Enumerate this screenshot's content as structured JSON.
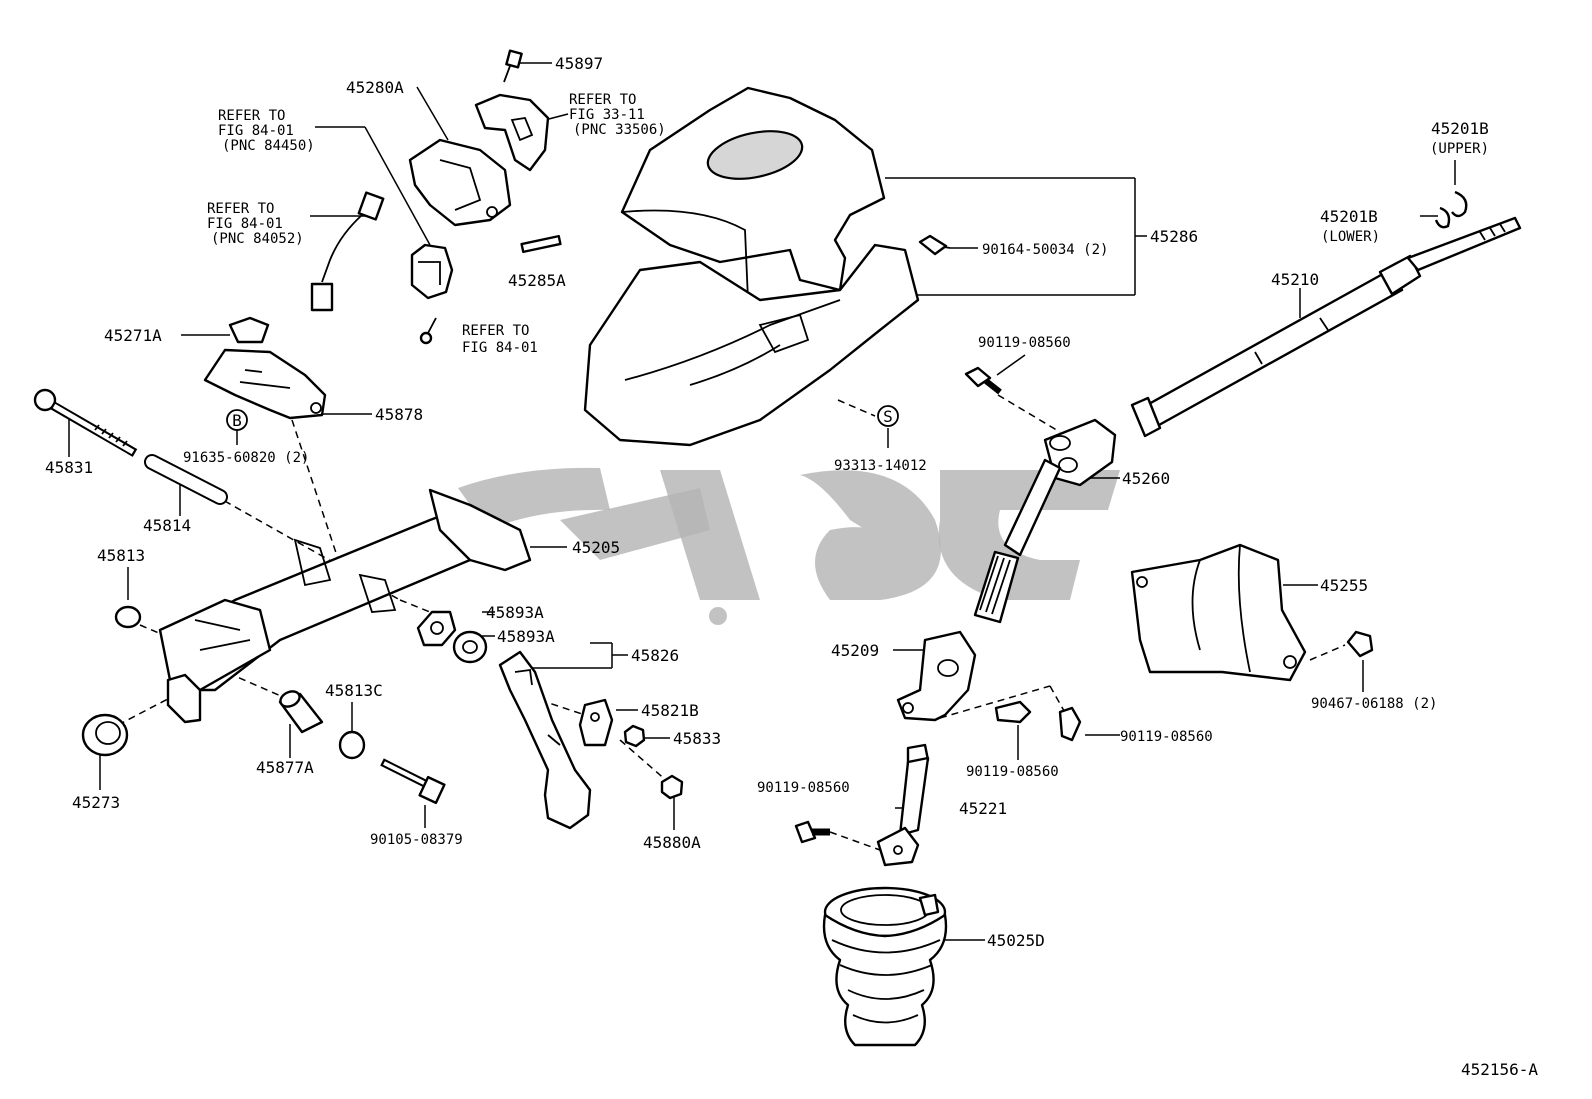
{
  "diagram_id": "452156-A",
  "labels": {
    "p45897": "45897",
    "p45280A": "45280A",
    "p45285A": "45285A",
    "p45271A": "45271A",
    "p45878": "45878",
    "p91635": "91635-60820 (2)",
    "p45831": "45831",
    "p45814": "45814",
    "p45813": "45813",
    "p45205": "45205",
    "p45893A_1": "45893A",
    "p45893A_2": "45893A",
    "p45826": "45826",
    "p45821B": "45821B",
    "p45833": "45833",
    "p45880A": "45880A",
    "p45813C": "45813C",
    "p45877A": "45877A",
    "p45273": "45273",
    "p90105": "90105-08379",
    "p45286": "45286",
    "p90164": "90164-50034 (2)",
    "p93313": "93313-14012",
    "p90119_a": "90119-08560",
    "p45260": "45260",
    "p45210": "45210",
    "p45201B_u": "45201B",
    "upper_note": "(UPPER)",
    "p45201B_l": "45201B",
    "lower_note": "(LOWER)",
    "p45255": "45255",
    "p90467": "90467-06188 (2)",
    "p45209": "45209",
    "p90119_b": "90119-08560",
    "p90119_c": "90119-08560",
    "p90119_d": "90119-08560",
    "p45221": "45221",
    "p45025D": "45025D",
    "marker_b": "B",
    "marker_s": "S"
  },
  "refs": {
    "ref1": [
      "REFER TO",
      "FIG 84-01",
      "(PNC 84450)"
    ],
    "ref2": [
      "REFER TO",
      "FIG 84-01",
      "(PNC 84052)"
    ],
    "ref3": [
      "REFER TO",
      "FIG 33-11",
      "(PNC 33506)"
    ],
    "ref4": [
      "REFER TO",
      "FIG 84-01"
    ]
  },
  "watermark": {
    "color": "#b5b5b5"
  }
}
